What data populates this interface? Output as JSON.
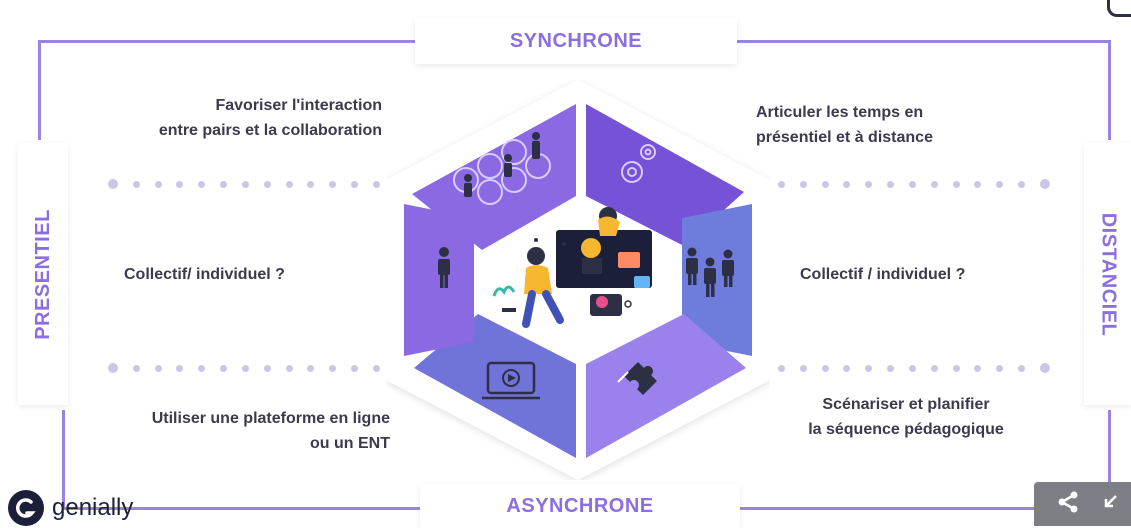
{
  "labels": {
    "top": "SYNCHRONE",
    "bottom": "ASYNCHRONE",
    "left": "PRESENTIEL",
    "right": "DISTANCIEL"
  },
  "texts": {
    "top_left_1": "Favoriser l'interaction",
    "top_left_2": "entre pairs et la collaboration",
    "top_right_1": "Articuler les temps en",
    "top_right_2": "présentiel et à distance",
    "mid_left": "Collectif/ individuel ?",
    "mid_right": "Collectif / individuel  ?",
    "bottom_left_1": "Utiliser une plateforme en ligne",
    "bottom_left_2": "ou un ENT",
    "bottom_right_1": "Scénariser  et planifier",
    "bottom_right_2": "la séquence pédagogique"
  },
  "branding": {
    "logo_text": "genially"
  },
  "colors": {
    "frame": "#9b84e0",
    "label": "#8b6fe0",
    "hex_dark": "#7451d6",
    "hex_mid": "#8c6ee6",
    "hex_light": "#a88ef0",
    "hex_blue": "#6b7ad8"
  },
  "icons": [
    "network-people-icon",
    "gears-icon",
    "group-icon",
    "puzzle-icon",
    "video-player-icon",
    "person-icon",
    "share-icon",
    "collapse-icon"
  ]
}
